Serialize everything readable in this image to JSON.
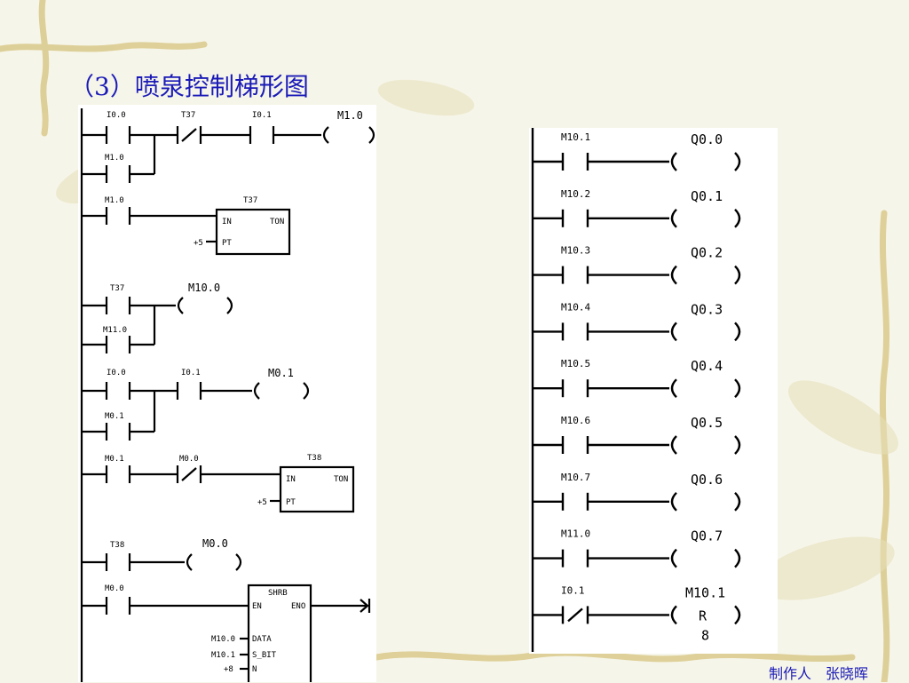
{
  "title": "（3）喷泉控制梯形图",
  "footer": "制作人　张晓晖",
  "colors": {
    "title": "#1a1ab8",
    "footer": "#1a1ab8",
    "ladder": "#000000",
    "background": "#f6f5e9"
  },
  "left": {
    "n1": {
      "c1": "I0.0",
      "c2": "T37",
      "c3": "I0.1",
      "coil": "M1.0",
      "branch": "M1.0"
    },
    "n2": {
      "c1": "M1.0",
      "timer": "T37",
      "in": "IN",
      "type": "TON",
      "pt": "PT",
      "preset": "+5"
    },
    "n3": {
      "c1": "T37",
      "coil": "M10.0",
      "branch": "M11.0"
    },
    "n4": {
      "c1": "I0.0",
      "c2": "I0.1",
      "coil": "M0.1",
      "branch": "M0.1"
    },
    "n5": {
      "c1": "M0.1",
      "c2": "M0.0",
      "timer": "T38",
      "in": "IN",
      "type": "TON",
      "pt": "PT",
      "preset": "+5"
    },
    "n6": {
      "c1": "T38",
      "coil": "M0.0"
    },
    "n7": {
      "c1": "M0.0",
      "box": "SHRB",
      "en": "EN",
      "eno": "ENO",
      "data_pin": "DATA",
      "sbit_pin": "S_BIT",
      "n_pin": "N",
      "data": "M10.0",
      "sbit": "M10.1",
      "n": "+8"
    }
  },
  "right": {
    "rungs": [
      {
        "contact": "M10.1",
        "coil": "Q0.0"
      },
      {
        "contact": "M10.2",
        "coil": "Q0.1"
      },
      {
        "contact": "M10.3",
        "coil": "Q0.2"
      },
      {
        "contact": "M10.4",
        "coil": "Q0.3"
      },
      {
        "contact": "M10.5",
        "coil": "Q0.4"
      },
      {
        "contact": "M10.6",
        "coil": "Q0.5"
      },
      {
        "contact": "M10.7",
        "coil": "Q0.6"
      },
      {
        "contact": "M11.0",
        "coil": "Q0.7"
      }
    ],
    "reset": {
      "contact": "I0.1",
      "coil": "M10.1",
      "type": "R",
      "count": "8"
    }
  }
}
